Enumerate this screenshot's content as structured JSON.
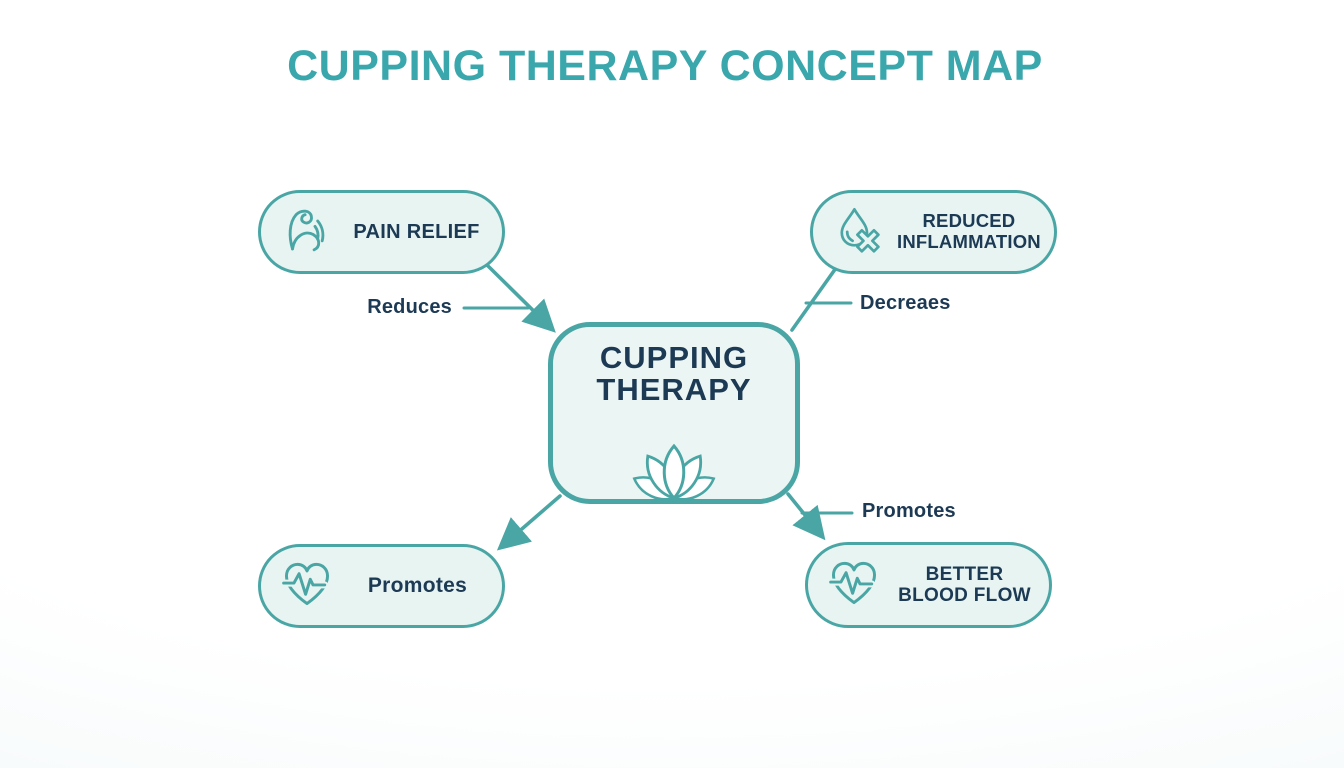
{
  "title": "CUPPING THERAPY CONCEPT MAP",
  "center_node": {
    "label": "CUPPING THERAPY",
    "icon": "lotus-icon"
  },
  "nodes": [
    {
      "label": "PAIN RELIEF",
      "icon": "muscle-icon"
    },
    {
      "label": "REDUCED INFLAMMATION",
      "icon": "droplet-crossed-icon"
    },
    {
      "label": "Promotes",
      "icon": "heart-pulse-icon"
    },
    {
      "label": "BETTER BLOOD FLOW",
      "icon": "heart-pulse-icon"
    }
  ],
  "edge_labels": [
    {
      "label": "Reduces"
    },
    {
      "label": "Decreaes"
    },
    {
      "label": "Promotes"
    }
  ],
  "colors": {
    "teal": "#4aa6a5",
    "title-teal": "#3aa7ad",
    "node-bg": "#e7f4f2",
    "text-navy": "#1d3a55"
  }
}
